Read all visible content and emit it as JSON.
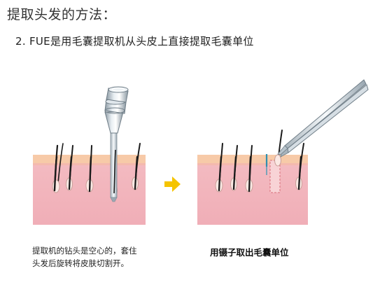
{
  "header": {
    "title": "提取头发的方法：",
    "subtitle": "2. FUE是用毛囊提取机从头皮上直接提取毛囊单位"
  },
  "panels": {
    "left_caption_line1": "提取机的钻头是空心的，套住",
    "left_caption_line2": "头发后旋转将皮肤切割开。",
    "right_caption": "用镊子取出毛囊单位"
  },
  "colors": {
    "skin": "#f2b7be",
    "skin_top": "#f7c9a9",
    "arrow": "#f5c400",
    "hair": "#1a1a1a",
    "follicle": "#fbe9e4"
  }
}
